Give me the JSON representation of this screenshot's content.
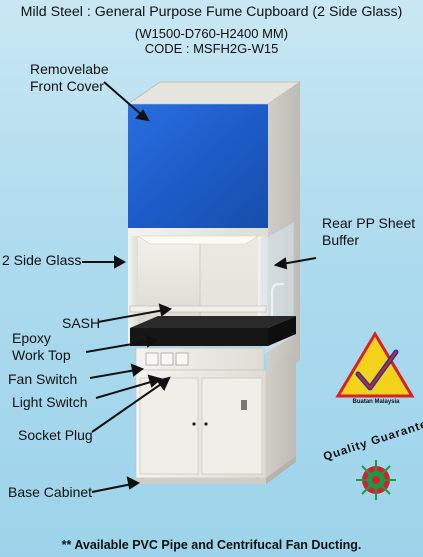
{
  "header": {
    "title": "Mild Steel : General Purpose Fume Cupboard (2 Side Glass)",
    "dimensions": "(W1500-D760-H2400 MM)",
    "code": "CODE : MSFH2G-W15"
  },
  "labels": {
    "front_cover_line1": "Removelabe",
    "front_cover_line2": "Front Cover",
    "rear_buffer_line1": "Rear PP Sheet",
    "rear_buffer_line2": "Buffer",
    "side_glass": "2 Side Glass",
    "sash": "SASH",
    "worktop_line1": "Epoxy",
    "worktop_line2": "Work Top",
    "fan_switch": "Fan Switch",
    "light_switch": "Light Switch",
    "socket_plug": "Socket Plug",
    "base_cabinet": "Base Cabinet"
  },
  "badges": {
    "buatan_malaysia": "Buatan Malaysia",
    "quality_guarantee": "Quality Guarantee"
  },
  "footer": {
    "note": "**  Available PVC Pipe and Centrifucal Fan Ducting."
  },
  "colors": {
    "background": "#aedbee",
    "front_cover": "#1f5fd0",
    "cabinet_body": "#ecebe6",
    "worktop": "#1a1a1a",
    "arrow": "#111111",
    "badge_yellow": "#f2d21a",
    "badge_red": "#d2232a"
  }
}
